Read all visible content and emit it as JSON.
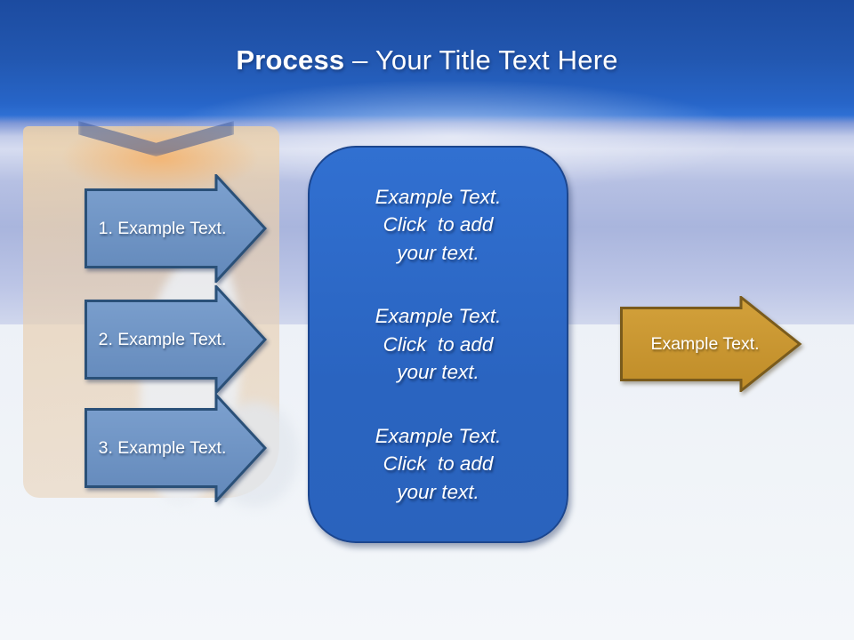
{
  "title": {
    "bold": "Process",
    "rest": " – Your Title Text Here"
  },
  "steps": [
    {
      "label": "1. Example Text."
    },
    {
      "label": "2. Example Text."
    },
    {
      "label": "3. Example Text."
    }
  ],
  "panel": {
    "blocks": [
      {
        "text": "Example Text.\nClick  to add\nyour text."
      },
      {
        "text": "Example Text.\nClick  to add\nyour text."
      },
      {
        "text": "Example Text.\nClick  to add\nyour text."
      }
    ]
  },
  "result": {
    "label": "Example Text."
  },
  "colors": {
    "header_blue_top": "#1c4ba0",
    "header_blue_bottom": "#2f70d4",
    "mid_periwinkle": "#a9b5dd",
    "lower_background": "#f1f4f8",
    "panel_fill": "#2b66c4",
    "panel_border": "#1c468e",
    "step_arrow_fill": "#6e94c3",
    "step_arrow_border": "#2a5078",
    "result_arrow_fill": "#c9962f",
    "result_arrow_border": "#7a5b1c",
    "cube_tan": "#e8cfa8",
    "text_white": "#ffffff"
  }
}
